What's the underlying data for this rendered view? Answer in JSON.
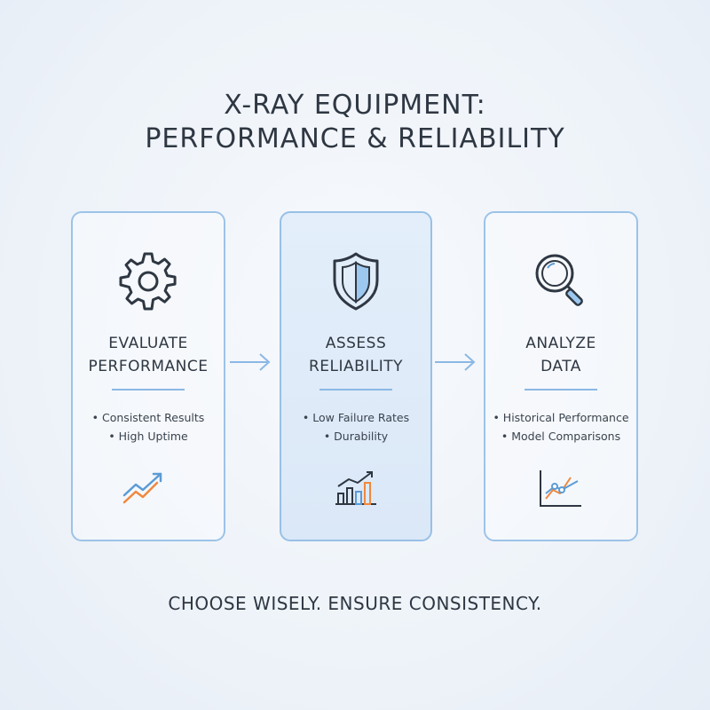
{
  "title": {
    "line1": "X-RAY EQUIPMENT:",
    "line2": "PERFORMANCE & RELIABILITY"
  },
  "cards": [
    {
      "heading1": "EVALUATE",
      "heading2": "PERFORMANCE",
      "bullets": [
        "• Consistent Results",
        "• High Uptime"
      ],
      "top_icon": "gear-icon",
      "bottom_icon": "trend-up-icon"
    },
    {
      "heading1": "ASSESS",
      "heading2": "RELIABILITY",
      "bullets": [
        "• Low Failure Rates",
        "• Durability"
      ],
      "top_icon": "shield-icon",
      "bottom_icon": "bar-chart-icon"
    },
    {
      "heading1": "ANALYZE",
      "heading2": "DATA",
      "bullets": [
        "• Historical Performance",
        "• Model Comparisons"
      ],
      "top_icon": "magnifier-icon",
      "bottom_icon": "line-chart-icon"
    }
  ],
  "tagline": "CHOOSE WISELY. ENSURE CONSISTENCY.",
  "colors": {
    "accent_blue": "#5b9bd5",
    "accent_orange": "#f0883e",
    "ink": "#2e3742",
    "card_border": "#9cc3e8"
  }
}
